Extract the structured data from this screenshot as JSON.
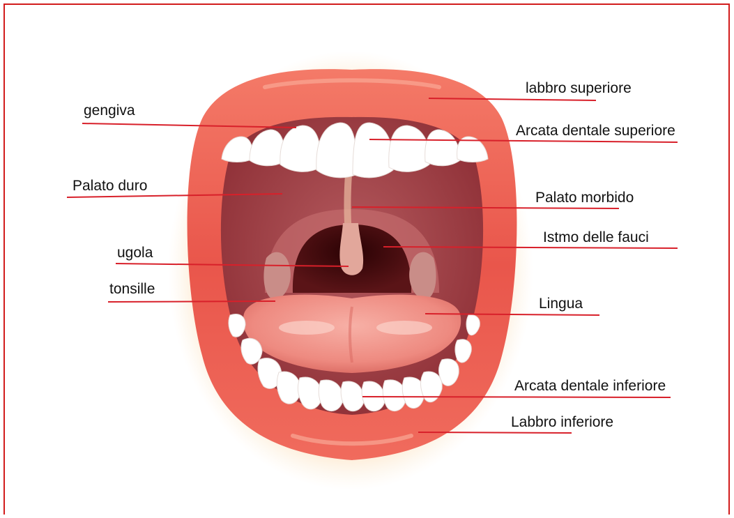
{
  "labels": {
    "left": {
      "gengiva": "gengiva",
      "palato_duro": "Palato duro",
      "ugola": "ugola",
      "tonsille": "tonsille"
    },
    "right": {
      "labbro_superiore": "labbro superiore",
      "arcata_dentale_superiore": "Arcata dentale superiore",
      "palato_morbido": "Palato morbido",
      "istmo_delle_fauci": "Istmo delle fauci",
      "lingua": "Lingua",
      "arcata_dentale_inferiore": "Arcata dentale inferiore",
      "labbro_inferiore": "Labbro inferiore"
    }
  },
  "colors": {
    "frame_border": "#d21c1c",
    "leader_line": "#d8202a",
    "lip": "#ec5b50",
    "lip_glow": "#f9c98a",
    "mouth_cavity": "#9d3a3f",
    "throat": "#3b0709",
    "tongue": "#f1928a",
    "teeth": "#ffffff",
    "label_text": "#111111"
  }
}
